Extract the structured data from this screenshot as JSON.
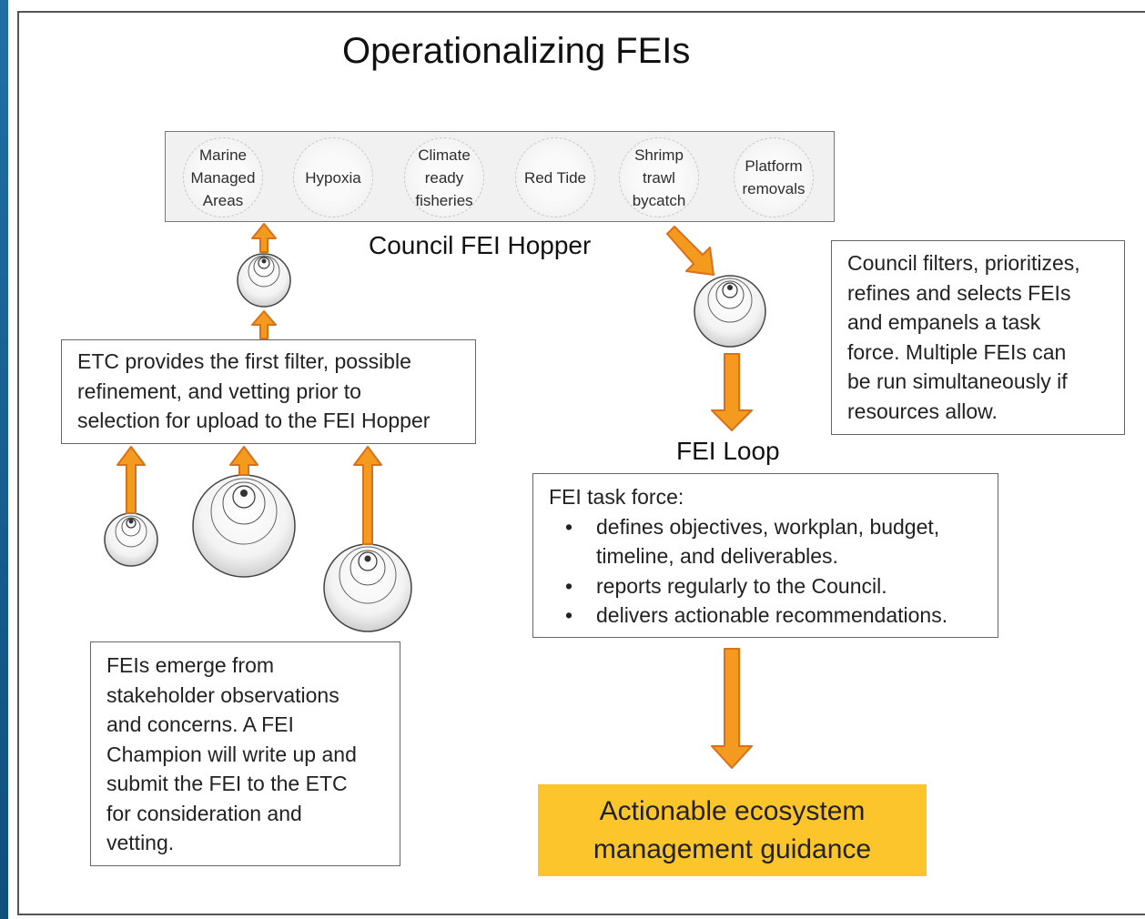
{
  "title": "Operationalizing FEIs",
  "hopper": {
    "label": "Council FEI Hopper",
    "items": [
      "Marine Managed Areas",
      "Hypoxia",
      "Climate ready fisheries",
      "Red Tide",
      "Shrimp trawl bycatch",
      "Platform removals"
    ]
  },
  "etc_box": {
    "lines": [
      "ETC provides the first filter, possible",
      "refinement, and vetting prior to",
      "selection for upload to the FEI Hopper"
    ]
  },
  "council_box": {
    "lines": [
      "Council filters, prioritizes,",
      "refines and selects FEIs",
      "and empanels a task",
      "force.  Multiple FEIs can",
      "be run simultaneously if",
      "resources allow."
    ]
  },
  "loop": {
    "label": "FEI Loop"
  },
  "task_force_box": {
    "heading": "FEI task force:",
    "bullets": [
      "defines objectives, workplan, budget, timeline, and deliverables.",
      "reports regularly to the Council.",
      "delivers actionable recommendations."
    ]
  },
  "emerge_box": {
    "lines": [
      "FEIs emerge from",
      "stakeholder observations",
      "and concerns.  A FEI",
      "Champion will write up and",
      "submit the FEI to the ETC",
      "for consideration and",
      "vetting."
    ]
  },
  "outcome": {
    "text": "Actionable ecosystem management guidance"
  },
  "colors": {
    "arrow_fill": "#f39a1f",
    "arrow_stroke": "#d9701a",
    "outcome_fill": "#fcc52b",
    "left_edge": "#1f6fa3"
  }
}
